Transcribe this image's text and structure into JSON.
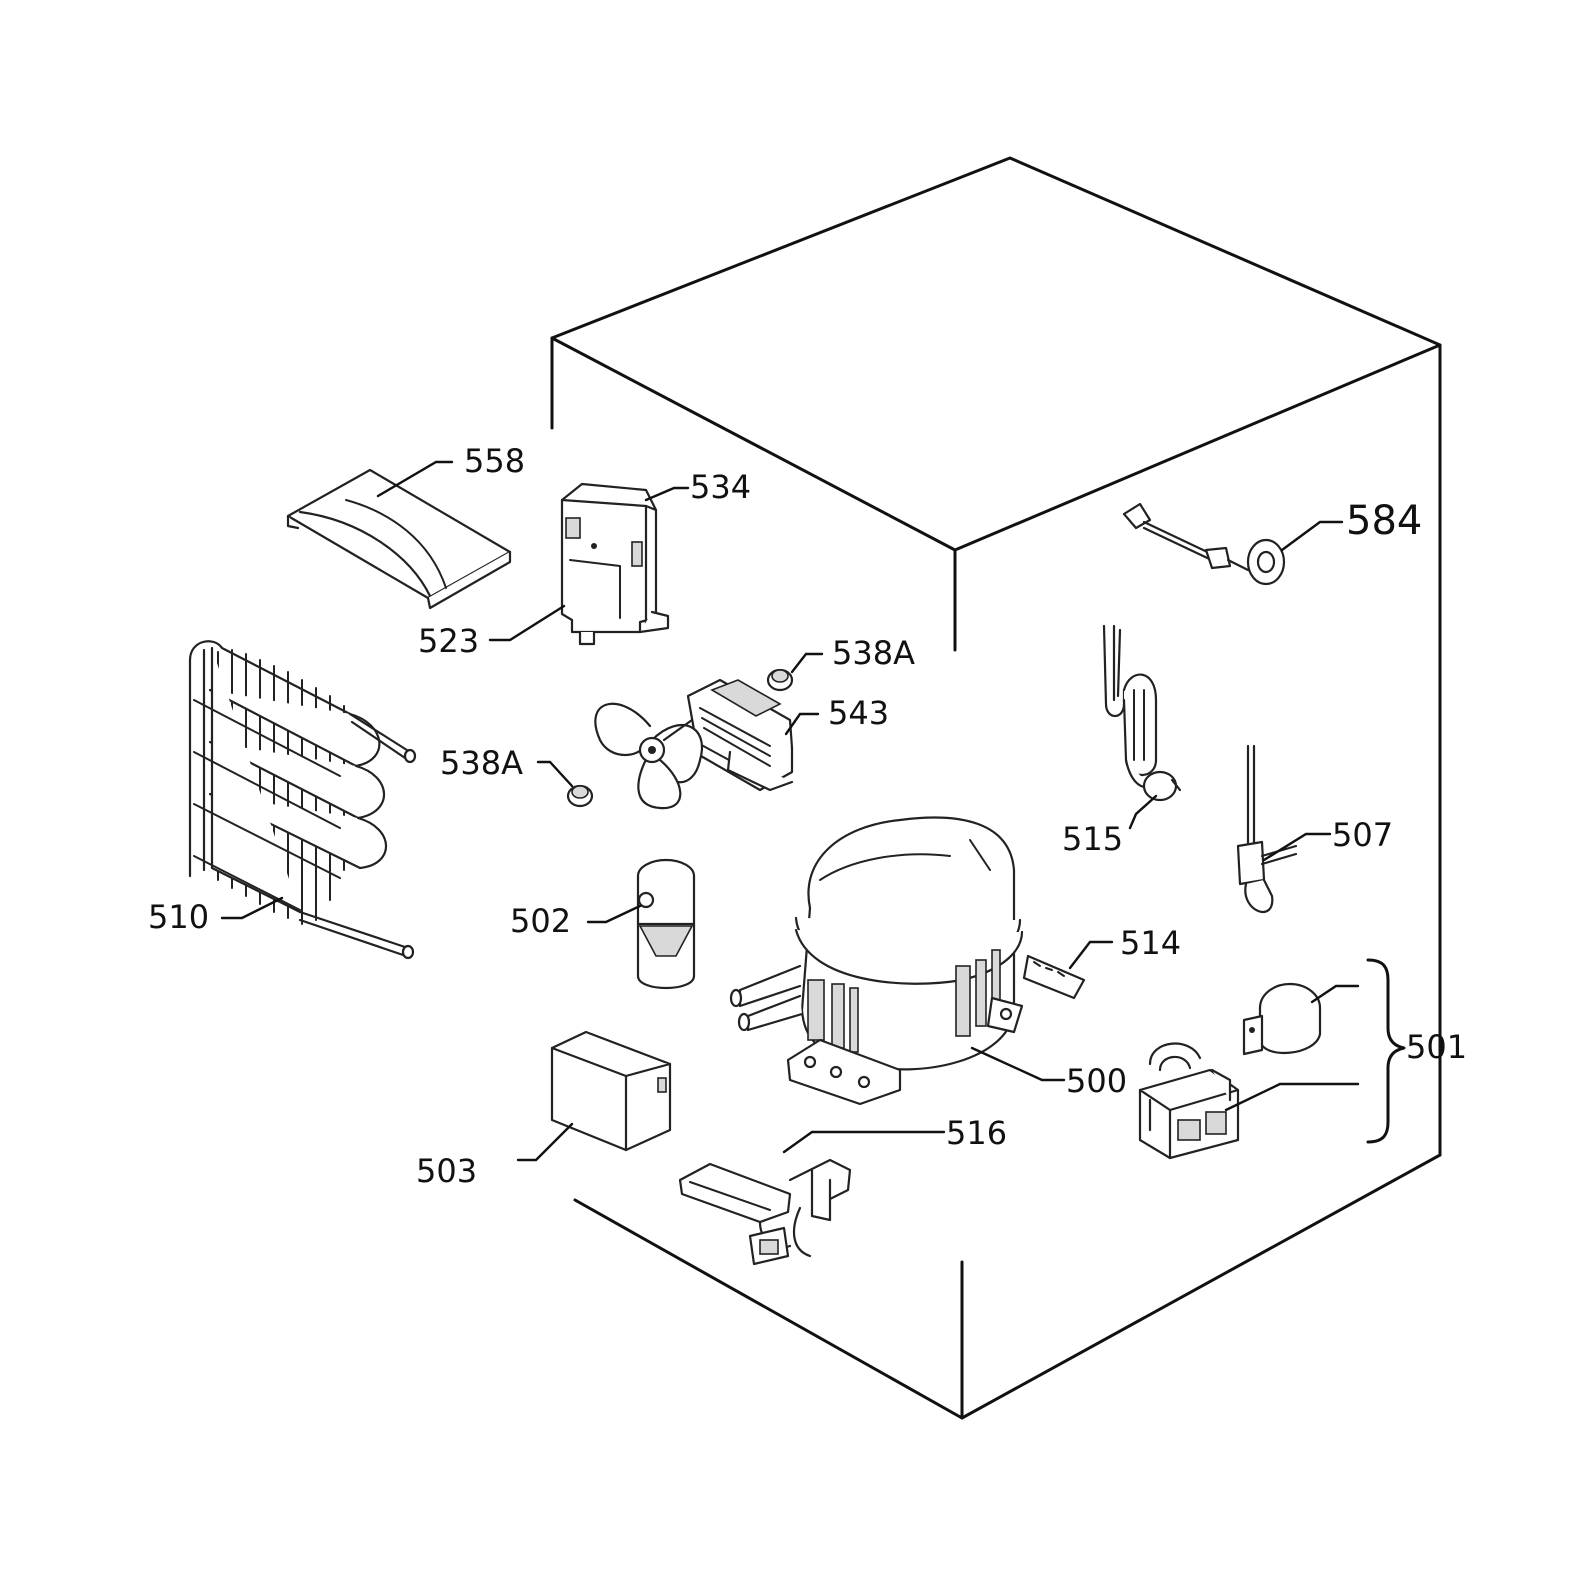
{
  "callouts": {
    "c558": "558",
    "c534": "534",
    "c584": "584",
    "c523": "523",
    "c538a_top": "538A",
    "c543": "543",
    "c538a_left": "538A",
    "c515": "515",
    "c507": "507",
    "c510": "510",
    "c502": "502",
    "c514": "514",
    "c501": "501",
    "c500": "500",
    "c516": "516",
    "c503": "503"
  }
}
